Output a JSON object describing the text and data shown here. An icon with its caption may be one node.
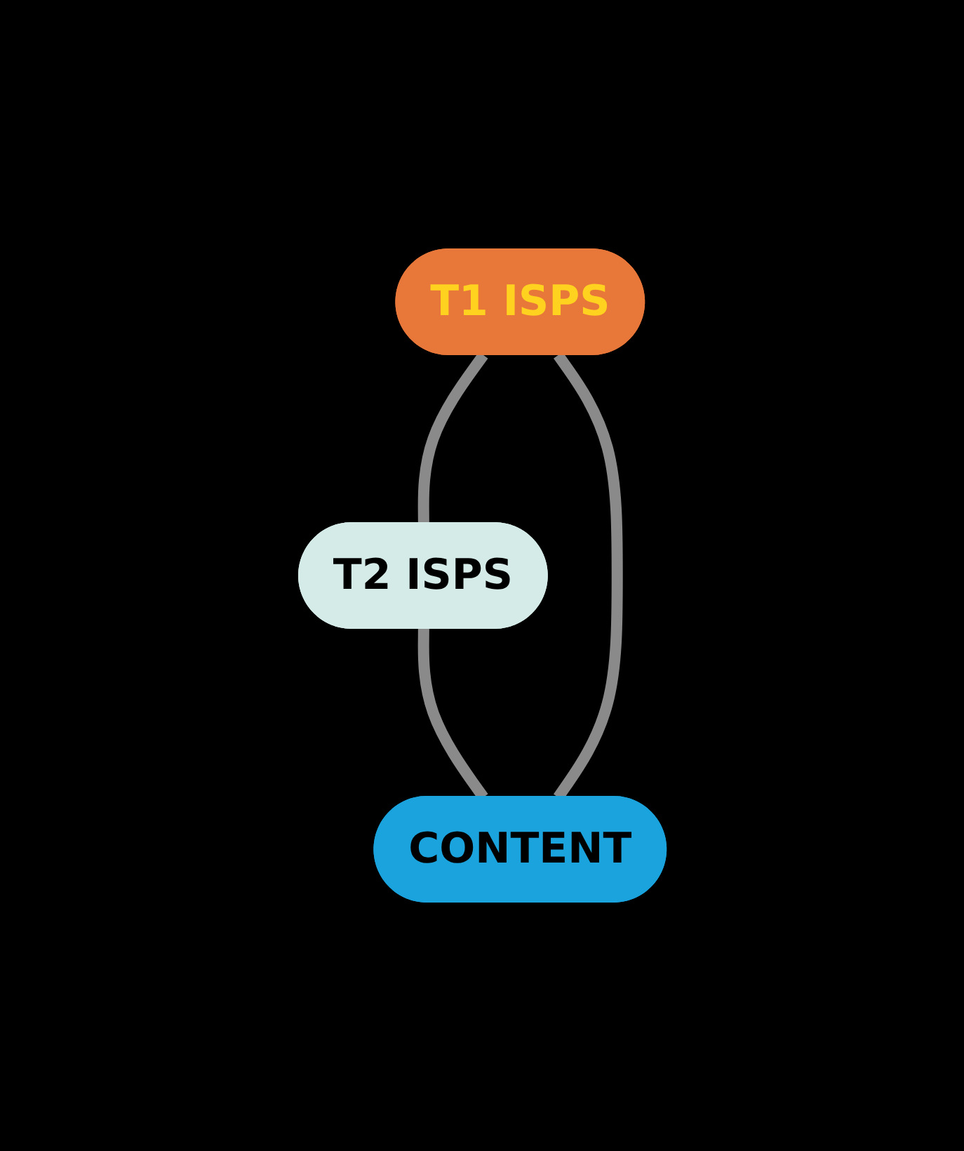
{
  "diagram": {
    "nodes": [
      {
        "text": [
          "T1 ISPS"
        ]
      },
      {
        "text": [
          "T2 ISPS"
        ]
      },
      {
        "text": [
          "CONTENT"
        ]
      }
    ],
    "edges": [
      {
        "from": 0,
        "to": 1,
        "arrow": "none"
      },
      {
        "from": 1,
        "to": 2,
        "arrow": "none"
      },
      {
        "from": 0,
        "to": 2,
        "arrow": "none"
      }
    ]
  }
}
